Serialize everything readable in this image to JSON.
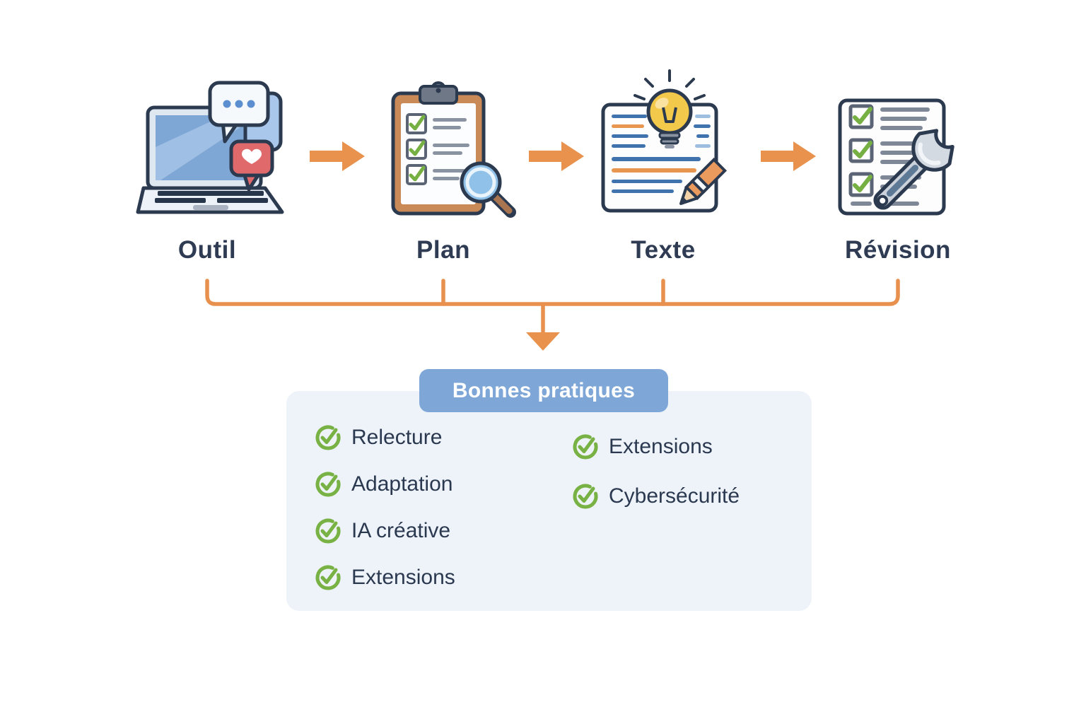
{
  "flow": {
    "steps": [
      {
        "label": "Outil"
      },
      {
        "label": "Plan"
      },
      {
        "label": "Texte"
      },
      {
        "label": "Révision"
      }
    ]
  },
  "best_practices": {
    "title": "Bonnes pratiques",
    "left_items": [
      {
        "label": "Relecture"
      },
      {
        "label": "Adaptation"
      },
      {
        "label": "IA créative"
      },
      {
        "label": "Extensions"
      }
    ],
    "right_items": [
      {
        "label": "Extensions"
      },
      {
        "label": "Cybersécurité"
      }
    ]
  },
  "icons": {
    "step_0": "laptop-chat-icon",
    "step_1": "clipboard-checklist-magnifier-icon",
    "step_2": "document-lightbulb-pencil-icon",
    "step_3": "checklist-wrench-icon",
    "list_bullet": "circled-check-icon"
  },
  "colors": {
    "arrow_orange": "#e8914f",
    "header_blue": "#7ea7d8",
    "panel_bg": "#eef3f9",
    "check_green": "#79b244",
    "text_navy": "#2e3b52"
  }
}
